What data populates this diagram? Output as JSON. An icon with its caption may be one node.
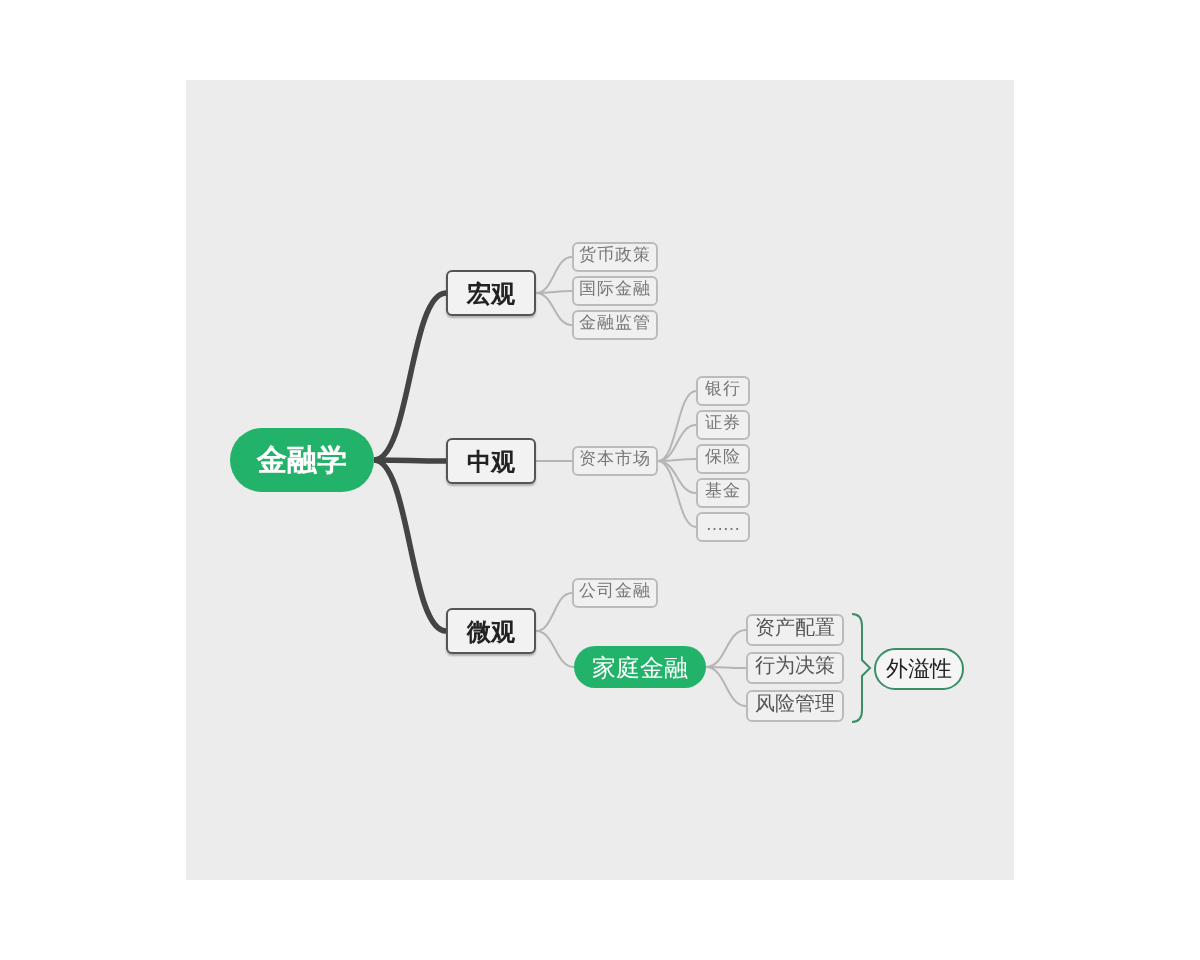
{
  "diagram": {
    "nodes": [
      {
        "text": [
          "金融学"
        ]
      },
      {
        "text": [
          "宏观"
        ]
      },
      {
        "text": [
          "中观"
        ]
      },
      {
        "text": [
          "微观"
        ]
      },
      {
        "text": [
          "货币政策"
        ]
      },
      {
        "text": [
          "国际金融"
        ]
      },
      {
        "text": [
          "金融监管"
        ]
      },
      {
        "text": [
          "资本市场"
        ]
      },
      {
        "text": [
          "银行"
        ]
      },
      {
        "text": [
          "证券"
        ]
      },
      {
        "text": [
          "保险"
        ]
      },
      {
        "text": [
          "基金"
        ]
      },
      {
        "text": [
          "……"
        ]
      },
      {
        "text": [
          "公司金融"
        ]
      },
      {
        "text": [
          "家庭金融"
        ]
      },
      {
        "text": [
          "资产配置"
        ]
      },
      {
        "text": [
          "行为决策"
        ]
      },
      {
        "text": [
          "风险管理"
        ]
      },
      {
        "text": [
          "外溢性"
        ]
      }
    ],
    "edges": [
      {
        "from": 0,
        "to": 1,
        "arrow": "none",
        "style": "thick",
        "color": "#444444"
      },
      {
        "from": 0,
        "to": 2,
        "arrow": "none",
        "style": "thick",
        "color": "#444444"
      },
      {
        "from": 0,
        "to": 3,
        "arrow": "none",
        "style": "thick",
        "color": "#444444"
      },
      {
        "from": 1,
        "to": 4,
        "arrow": "none"
      },
      {
        "from": 1,
        "to": 5,
        "arrow": "none"
      },
      {
        "from": 1,
        "to": 6,
        "arrow": "none"
      },
      {
        "from": 2,
        "to": 7,
        "arrow": "none"
      },
      {
        "from": 7,
        "to": 8,
        "arrow": "none"
      },
      {
        "from": 7,
        "to": 9,
        "arrow": "none"
      },
      {
        "from": 7,
        "to": 10,
        "arrow": "none"
      },
      {
        "from": 7,
        "to": 11,
        "arrow": "none"
      },
      {
        "from": 7,
        "to": 12,
        "arrow": "none"
      },
      {
        "from": 3,
        "to": 13,
        "arrow": "none"
      },
      {
        "from": 3,
        "to": 14,
        "arrow": "none"
      },
      {
        "from": 14,
        "to": 15,
        "arrow": "none"
      },
      {
        "from": 14,
        "to": 16,
        "arrow": "none"
      },
      {
        "from": 14,
        "to": 17,
        "arrow": "none"
      }
    ]
  }
}
